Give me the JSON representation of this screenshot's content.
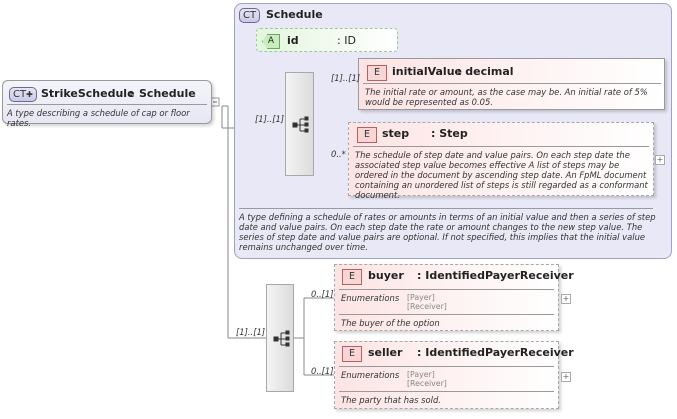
{
  "strike_schedule": {
    "badge": "CT",
    "name": "StrikeSchedule",
    "sep": ":",
    "type": "Schedule",
    "description": "A type describing a schedule of cap or floor rates."
  },
  "schedule": {
    "badge": "CT",
    "title": "Schedule",
    "description": "A type defining a schedule of rates or amounts in terms of an initial value and then a series of step date and value pairs. On each step date the rate or amount changes to the new step value. The series of step date and value pairs are optional. If not specified, this implies that the initial value remains unchanged over time.",
    "attribute": {
      "badge": "A",
      "name": "id",
      "type": ": ID"
    },
    "seq_cardinality": "[1]..[1]",
    "initial_value": {
      "badge": "E",
      "name": "initialValue",
      "type": ": decimal",
      "cardinality": "[1]..[1]",
      "description": "The initial rate or amount, as the case may be. An initial rate of 5% would be represented as 0.05."
    },
    "step": {
      "badge": "E",
      "name": "step",
      "type": ": Step",
      "cardinality": "0..*",
      "description": "The schedule of step date and value pairs. On each step date the associated step value becomes effective A list of steps may be ordered in the document by ascending step date. An FpML document containing an unordered list of steps is still regarded as a conformant document."
    }
  },
  "payer_seq": {
    "cardinality": "[1]..[1]",
    "buyer": {
      "badge": "E",
      "name": "buyer",
      "type": ": IdentifiedPayerReceiver",
      "cardinality": "0..[1]",
      "enum_label": "Enumerations",
      "enum_values": [
        "[Payer]",
        "[Receiver]"
      ],
      "description": "The buyer of the option"
    },
    "seller": {
      "badge": "E",
      "name": "seller",
      "type": ": IdentifiedPayerReceiver",
      "cardinality": "0..[1]",
      "enum_label": "Enumerations",
      "enum_values": [
        "[Payer]",
        "[Receiver]"
      ],
      "description": "The party that has sold."
    }
  },
  "colors": {
    "complex_type": "#e7e7f4",
    "element": "#fde4e4",
    "attribute": "#e4f5df",
    "connector": "#8a8a8a"
  }
}
